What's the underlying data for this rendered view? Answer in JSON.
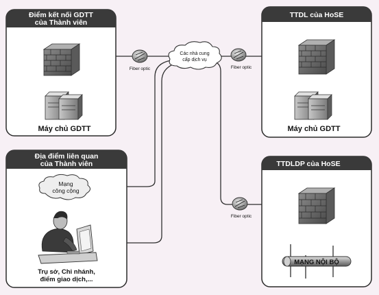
{
  "boxes": {
    "member_gateway": {
      "title_line1": "Điểm kết nối GDTT",
      "title_line2": "của Thành viên",
      "server_label": "Máy chủ GDTT"
    },
    "member_sites": {
      "title_line1": "Địa điểm liên quan",
      "title_line2": "của Thành viên",
      "public_net_line1": "Mạng",
      "public_net_line2": "công cộng",
      "sites_line1": "Trụ sở, Chi nhánh,",
      "sites_line2": "điểm giao dịch,..."
    },
    "hose_ttdl": {
      "title": "TTDL của HoSE",
      "server_label": "Máy chủ GDTT"
    },
    "hose_ttdldp": {
      "title": "TTDLDP của HoSE",
      "lan_label": "MẠNG NỘI BỘ"
    }
  },
  "cloud": {
    "line1": "Các nhà cung",
    "line2": "cấp dịch vụ"
  },
  "fiber_labels": {
    "left": "Fiber optic",
    "right": "Fiber optic",
    "lower": "Fiber optic"
  },
  "colors": {
    "background": "#f7f0f5",
    "box_fill": "#ffffff",
    "box_border": "#2a2a2a",
    "title_tab": "#3a3a3a",
    "title_text": "#ffffff",
    "line": "#2e2e2e"
  }
}
